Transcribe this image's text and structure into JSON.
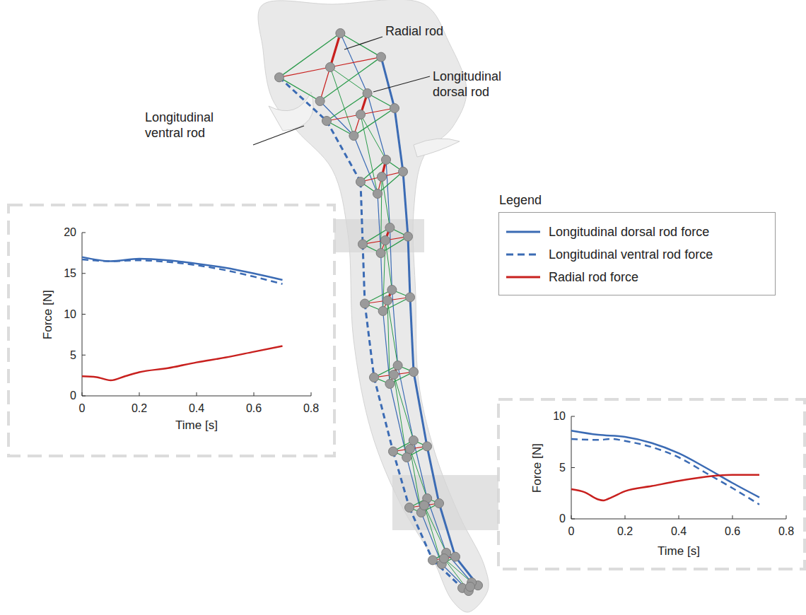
{
  "diagram": {
    "labels": [
      "Radial rod",
      "Longitudinal dorsal rod",
      "Longitudinal ventral rod",
      "Legend",
      "20",
      "15",
      "10",
      "5",
      "0",
      "0",
      "0.2",
      "0.4",
      "0.6",
      "0.8",
      "Force [N]",
      "Time [s]",
      "10",
      "5",
      "0",
      "0",
      "0.2",
      "0.4",
      "0.6",
      "0.8",
      "Force [N]",
      "Time [s]"
    ],
    "legend": [
      {
        "text": "Longitudinal dorsal rod force"
      },
      {
        "text": "Longitudinal ventral rod force"
      },
      {
        "text": "Radial rod force"
      }
    ]
  }
}
